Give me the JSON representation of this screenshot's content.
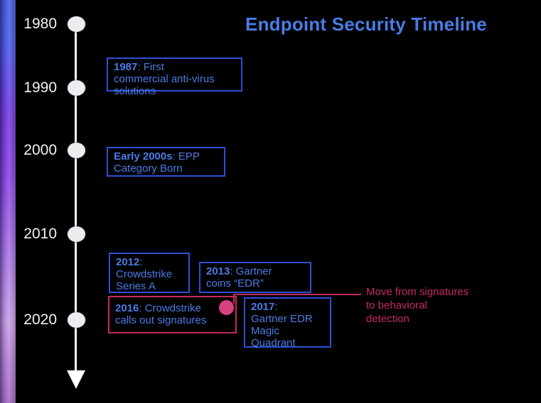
{
  "title": "Endpoint Security Timeline",
  "colors": {
    "background": "#000000",
    "accent_blue": "#4a7ce6",
    "box_border_blue": "#2e4fd6",
    "pink": "#c62a5f",
    "dot_pink": "#d84180",
    "timeline_white": "#ffffff",
    "gradient_top": "#4a62e2",
    "gradient_middle": "#8a4ae6",
    "gradient_bottom": "#a470c4"
  },
  "timeline": {
    "years": [
      {
        "label": "1980"
      },
      {
        "label": "1990"
      },
      {
        "label": "2000"
      },
      {
        "label": "2010"
      },
      {
        "label": "2020"
      }
    ]
  },
  "events": [
    {
      "year": "1987",
      "rest": ": First\ncommercial anti-virus\nsolutions"
    },
    {
      "year": "Early 2000s",
      "rest": ": EPP\nCategory Born"
    },
    {
      "year": "2012",
      "rest": ":\nCrowdstrike\nSeries A"
    },
    {
      "year": "2013",
      "rest": ": Gartner\ncoins “EDR”"
    },
    {
      "year": "2016",
      "rest": ": Crowdstrike\ncalls out signatures"
    },
    {
      "year": "2017",
      "rest": ":\nGartner EDR\nMagic\nQuadrant"
    }
  ],
  "annotation": {
    "text": "Move from signatures\nto behavioral\ndetection"
  }
}
